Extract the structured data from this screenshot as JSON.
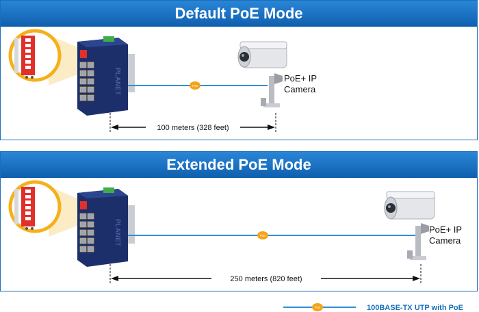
{
  "panels": [
    {
      "title": "Default PoE Mode",
      "camera_label_1": "PoE+ IP",
      "camera_label_2": "Camera",
      "distance_label": "100 meters (328 feet)",
      "badge": "PoE"
    },
    {
      "title": "Extended PoE Mode",
      "camera_label_1": "PoE+ IP",
      "camera_label_2": "Camera",
      "distance_label": "250 meters (820 feet)",
      "badge": "PoE"
    }
  ],
  "brand": "PLANET",
  "legend": {
    "badge": "PoE",
    "label": "100BASE-TX UTP with PoE"
  },
  "colors": {
    "banner": "#1a6fb8",
    "cable": "#2f8fd6",
    "poe_badge": "#f5a31a",
    "switch_body": "#1c2f6b",
    "dip_switch": "#e0302b",
    "zoom_ring": "#f5b01a"
  }
}
